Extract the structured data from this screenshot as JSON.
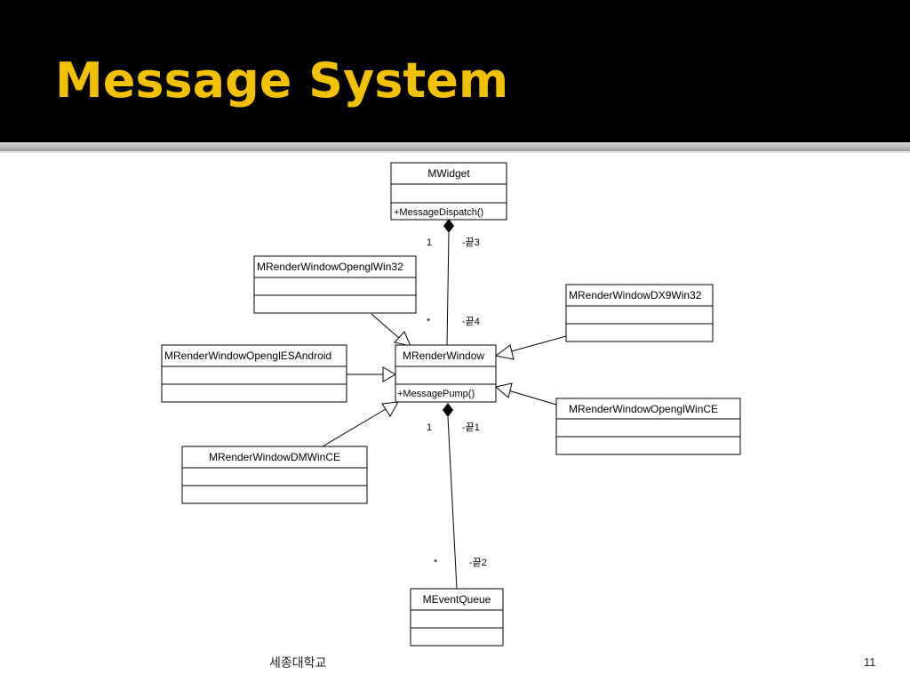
{
  "slide": {
    "title": "Message System",
    "footer": "세종대학교",
    "page_number": "11",
    "colors": {
      "header_bg": "#000000",
      "title": "#f2c200"
    }
  },
  "diagram": {
    "classes": {
      "mwidget": {
        "name": "MWidget",
        "operation": "+MessageDispatch()"
      },
      "win32": {
        "name": "MRenderWindowOpenglWin32"
      },
      "dx9": {
        "name": "MRenderWindowDX9Win32"
      },
      "android": {
        "name": "MRenderWindowOpenglESAndroid"
      },
      "render": {
        "name": "MRenderWindow",
        "operation": "+MessagePump()"
      },
      "wince": {
        "name": "MRenderWindowOpenglWinCE"
      },
      "dmwince": {
        "name": "MRenderWindowDMWinCE"
      },
      "queue": {
        "name": "MEventQueue"
      }
    },
    "labels": {
      "mult_widget_top": "1",
      "end3": "-끝3",
      "mult_render_top": "*",
      "end4": "-끝4",
      "mult_render_bottom": "1",
      "end1": "-끝1",
      "mult_queue": "*",
      "end2": "-끝2"
    }
  }
}
